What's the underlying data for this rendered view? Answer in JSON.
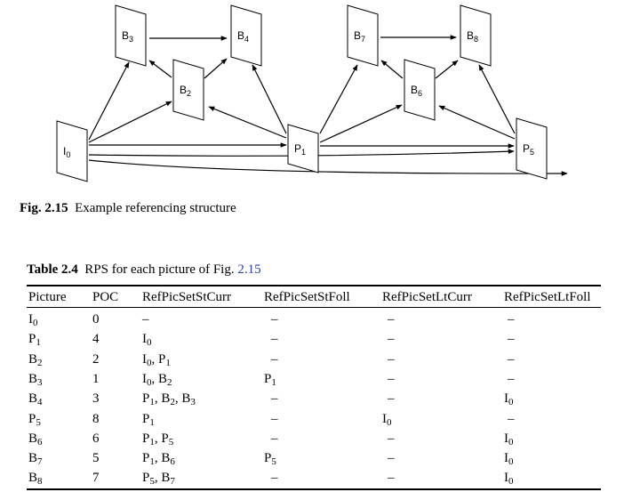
{
  "figure": {
    "nodes": [
      {
        "id": "I0",
        "base": "I",
        "sub": "0"
      },
      {
        "id": "B3",
        "base": "B",
        "sub": "3"
      },
      {
        "id": "B2",
        "base": "B",
        "sub": "2"
      },
      {
        "id": "B4",
        "base": "B",
        "sub": "4"
      },
      {
        "id": "P1",
        "base": "P",
        "sub": "1"
      },
      {
        "id": "B7",
        "base": "B",
        "sub": "7"
      },
      {
        "id": "B6",
        "base": "B",
        "sub": "6"
      },
      {
        "id": "B8",
        "base": "B",
        "sub": "8"
      },
      {
        "id": "P5",
        "base": "P",
        "sub": "5"
      }
    ],
    "caption_label": "Fig. 2.15",
    "caption_text": "Example referencing structure"
  },
  "table": {
    "caption_label": "Table 2.4",
    "caption_text": "RPS for each picture of Fig.",
    "caption_link": "2.15",
    "headers": [
      "Picture",
      "POC",
      "RefPicSetStCurr",
      "RefPicSetStFoll",
      "RefPicSetLtCurr",
      "RefPicSetLtFoll"
    ],
    "rows": [
      [
        {
          "b": "I",
          "s": "0"
        },
        "0",
        "–",
        "–",
        "–",
        "–"
      ],
      [
        {
          "b": "P",
          "s": "1"
        },
        "4",
        [
          {
            "b": "I",
            "s": "0"
          }
        ],
        "–",
        "–",
        "–"
      ],
      [
        {
          "b": "B",
          "s": "2"
        },
        "2",
        [
          {
            "b": "I",
            "s": "0"
          },
          {
            "b": "P",
            "s": "1"
          }
        ],
        "–",
        "–",
        "–"
      ],
      [
        {
          "b": "B",
          "s": "3"
        },
        "1",
        [
          {
            "b": "I",
            "s": "0"
          },
          {
            "b": "B",
            "s": "2"
          }
        ],
        [
          {
            "b": "P",
            "s": "1"
          }
        ],
        "–",
        "–"
      ],
      [
        {
          "b": "B",
          "s": "4"
        },
        "3",
        [
          {
            "b": "P",
            "s": "1"
          },
          {
            "b": "B",
            "s": "2"
          },
          {
            "b": "B",
            "s": "3"
          }
        ],
        "–",
        "–",
        [
          {
            "b": "I",
            "s": "0"
          }
        ]
      ],
      [
        {
          "b": "P",
          "s": "5"
        },
        "8",
        [
          {
            "b": "P",
            "s": "1"
          }
        ],
        "–",
        [
          {
            "b": "I",
            "s": "0"
          }
        ],
        "–"
      ],
      [
        {
          "b": "B",
          "s": "6"
        },
        "6",
        [
          {
            "b": "P",
            "s": "1"
          },
          {
            "b": "P",
            "s": "5"
          }
        ],
        "–",
        "–",
        [
          {
            "b": "I",
            "s": "0"
          }
        ]
      ],
      [
        {
          "b": "B",
          "s": "7"
        },
        "5",
        [
          {
            "b": "P",
            "s": "1"
          },
          {
            "b": "B",
            "s": "6"
          }
        ],
        [
          {
            "b": "P",
            "s": "5"
          }
        ],
        "–",
        [
          {
            "b": "I",
            "s": "0"
          }
        ]
      ],
      [
        {
          "b": "B",
          "s": "8"
        },
        "7",
        [
          {
            "b": "P",
            "s": "5"
          },
          {
            "b": "B",
            "s": "7"
          }
        ],
        "–",
        "–",
        [
          {
            "b": "I",
            "s": "0"
          }
        ]
      ]
    ]
  }
}
